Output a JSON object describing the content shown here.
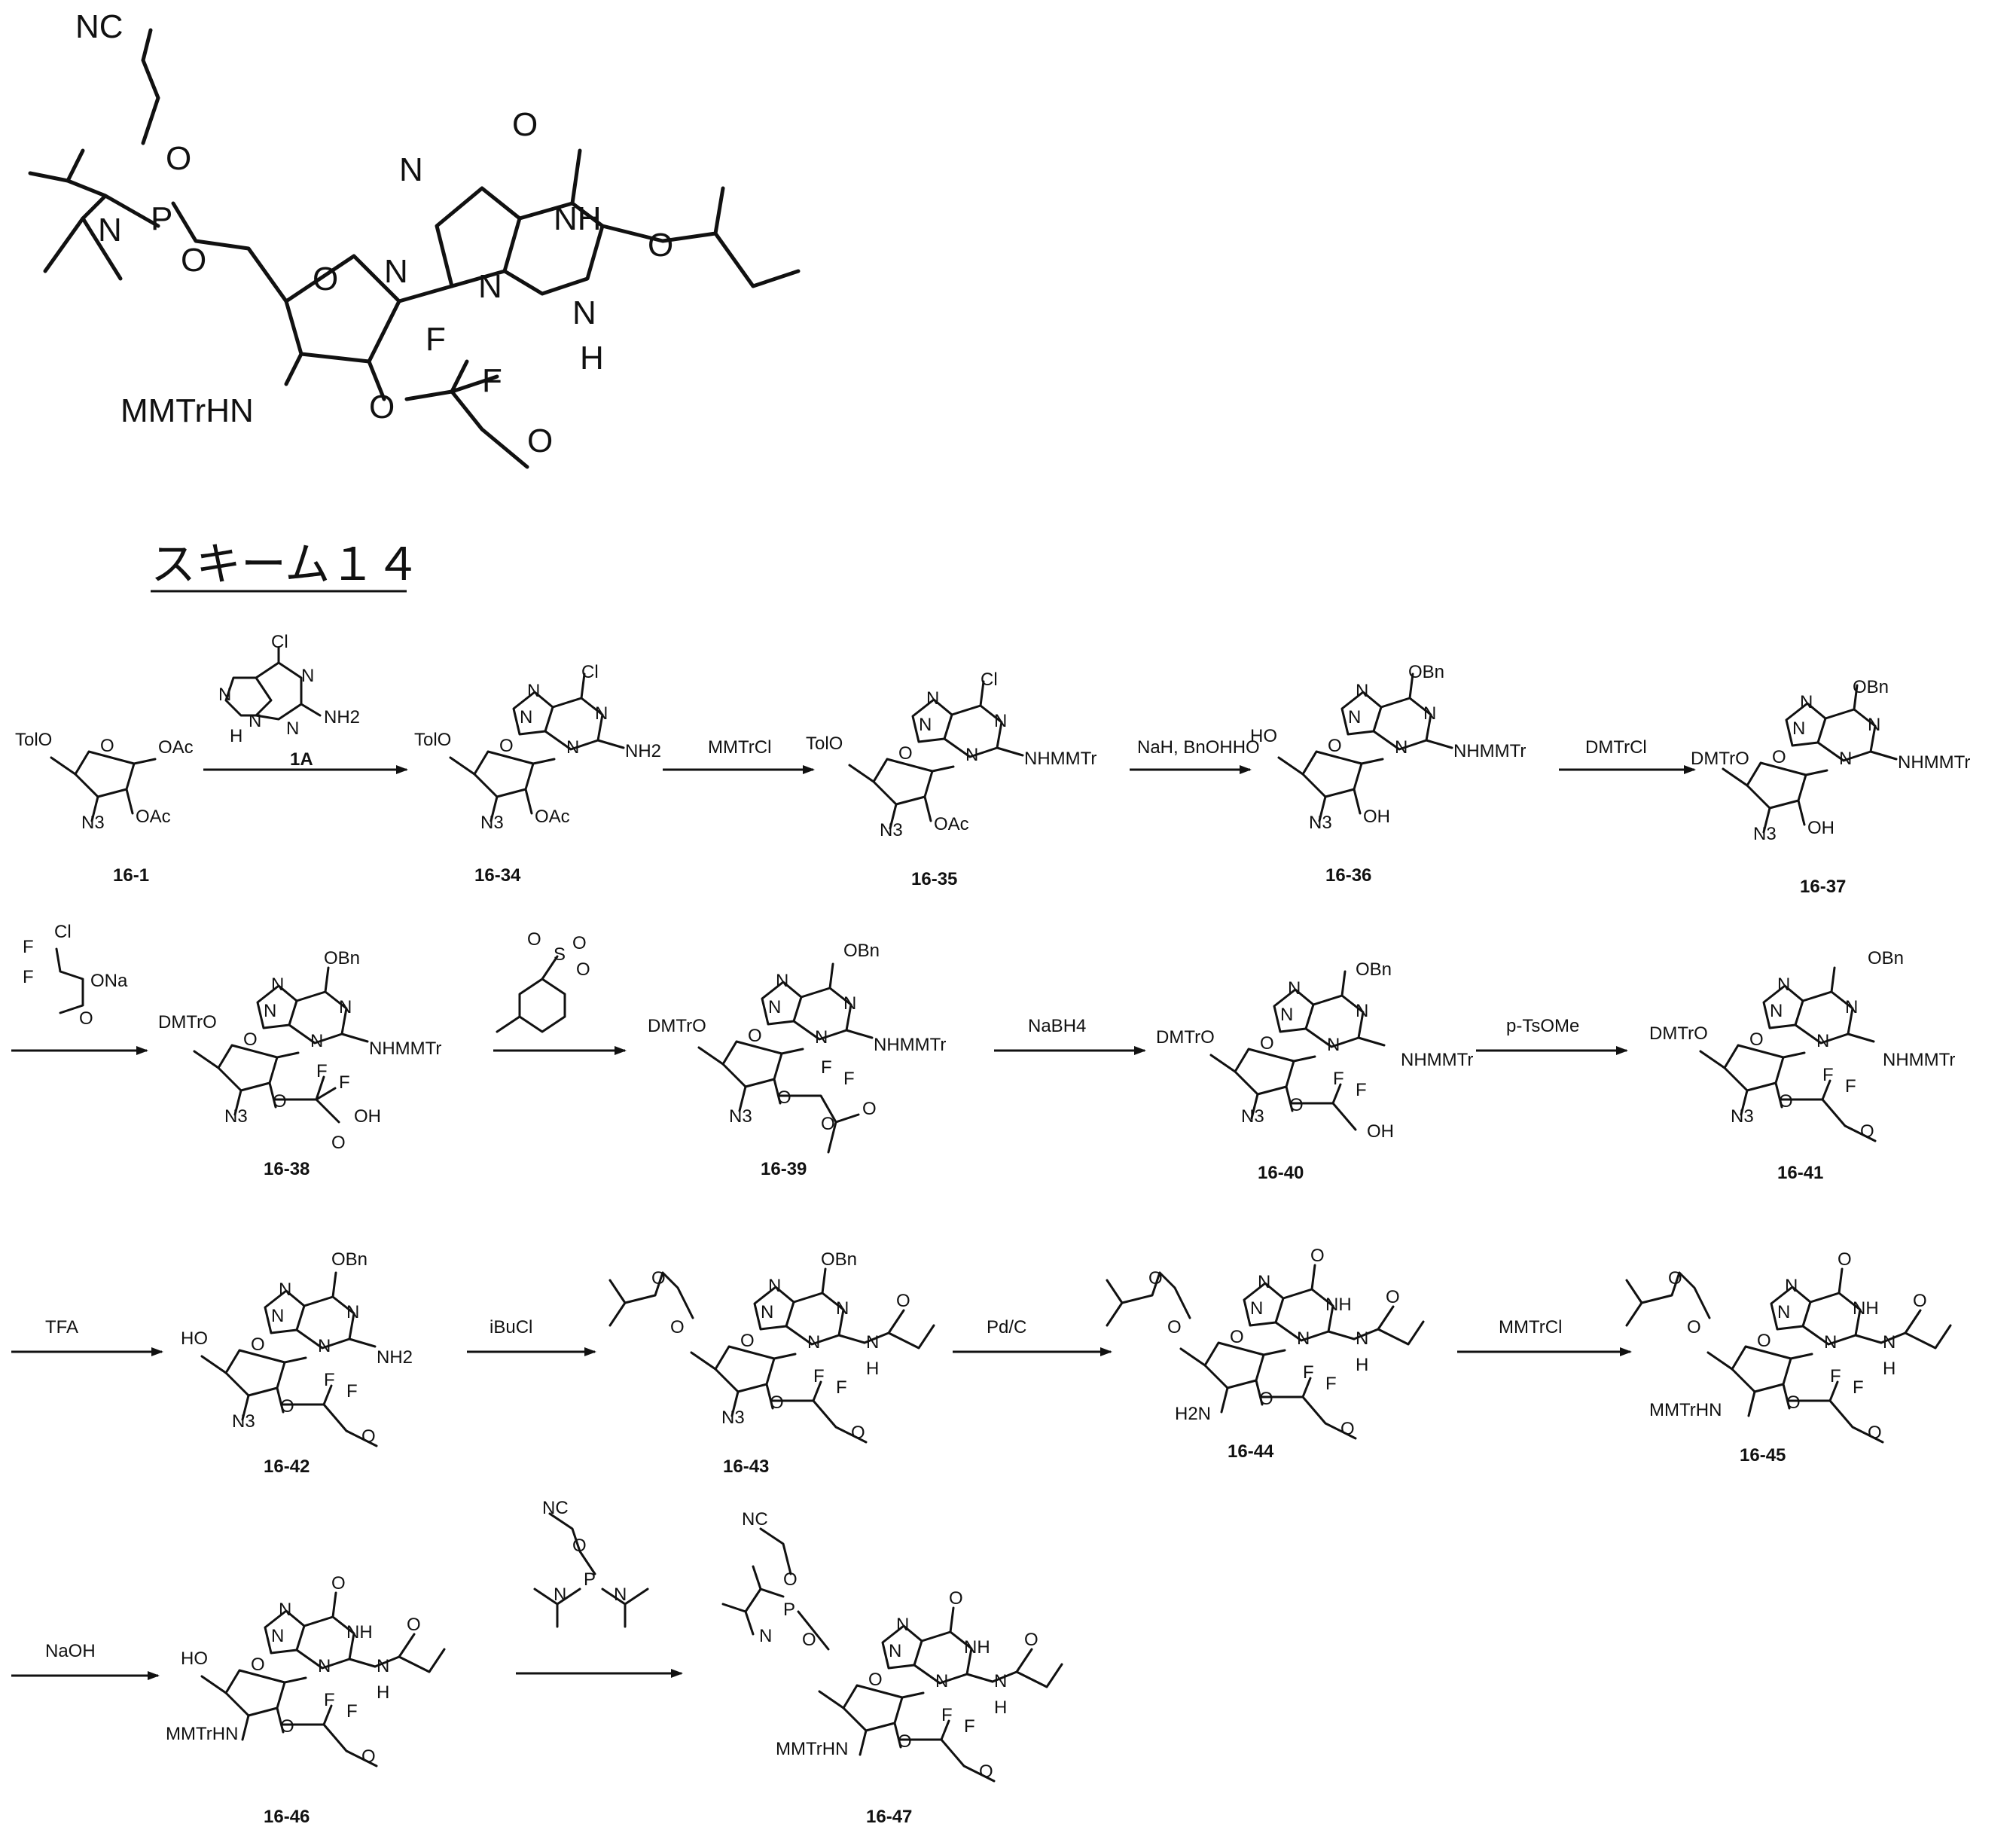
{
  "scheme_title": "スキーム１４",
  "top_structure": {
    "atoms": [
      "NC",
      "O",
      "P",
      "N",
      "O",
      "O",
      "N",
      "N",
      "O",
      "NH",
      "N",
      "N",
      "H",
      "O",
      "MMTrHN",
      "O",
      "F",
      "F",
      "O"
    ]
  },
  "compounds": [
    {
      "id": "16-1",
      "labels": [
        "TolO",
        "O",
        "OAc",
        "N3",
        "OAc"
      ]
    },
    {
      "id": "16-34",
      "labels": [
        "TolO",
        "O",
        "N",
        "N",
        "Cl",
        "N",
        "N",
        "NH2",
        "N3",
        "OAc"
      ]
    },
    {
      "id": "16-35",
      "labels": [
        "TolO",
        "O",
        "N",
        "N",
        "Cl",
        "N",
        "N",
        "NHMMTr",
        "N3",
        "OAc"
      ]
    },
    {
      "id": "16-36",
      "labels": [
        "HO",
        "O",
        "N",
        "N",
        "OBn",
        "N",
        "N",
        "NHMMTr",
        "N3",
        "OH"
      ]
    },
    {
      "id": "16-37",
      "labels": [
        "DMTrO",
        "O",
        "N",
        "N",
        "OBn",
        "N",
        "N",
        "NHMMTr",
        "N3",
        "OH"
      ]
    },
    {
      "id": "16-38",
      "labels": [
        "DMTrO",
        "O",
        "N",
        "N",
        "OBn",
        "N",
        "N",
        "NHMMTr",
        "N3",
        "O",
        "F",
        "F",
        "O",
        "OH"
      ]
    },
    {
      "id": "16-39",
      "labels": [
        "DMTrO",
        "O",
        "N",
        "N",
        "OBn",
        "N",
        "N",
        "NHMMTr",
        "N3",
        "O",
        "F",
        "F",
        "O",
        "O"
      ]
    },
    {
      "id": "16-40",
      "labels": [
        "DMTrO",
        "O",
        "N",
        "N",
        "OBn",
        "N",
        "N",
        "NHMMTr",
        "N3",
        "O",
        "F",
        "F",
        "OH"
      ]
    },
    {
      "id": "16-41",
      "labels": [
        "DMTrO",
        "O",
        "N",
        "N",
        "OBn",
        "N",
        "N",
        "NHMMTr",
        "N3",
        "O",
        "F",
        "F",
        "O"
      ]
    },
    {
      "id": "16-42",
      "labels": [
        "HO",
        "O",
        "N",
        "N",
        "OBn",
        "N",
        "N",
        "NH2",
        "N3",
        "O",
        "F",
        "F",
        "O"
      ]
    },
    {
      "id": "16-43",
      "labels": [
        "O",
        "O",
        "O",
        "N",
        "N",
        "OBn",
        "N",
        "N",
        "N",
        "H",
        "O",
        "N3",
        "O",
        "F",
        "F",
        "O"
      ]
    },
    {
      "id": "16-44",
      "labels": [
        "O",
        "O",
        "O",
        "N",
        "N",
        "O",
        "NH",
        "N",
        "N",
        "H",
        "O",
        "H2N",
        "O",
        "F",
        "F",
        "O"
      ]
    },
    {
      "id": "16-45",
      "labels": [
        "O",
        "O",
        "O",
        "N",
        "N",
        "O",
        "NH",
        "N",
        "N",
        "H",
        "O",
        "MMTrHN",
        "O",
        "F",
        "F",
        "O"
      ]
    },
    {
      "id": "16-46",
      "labels": [
        "HO",
        "O",
        "N",
        "N",
        "O",
        "NH",
        "N",
        "N",
        "H",
        "O",
        "MMTrHN",
        "O",
        "F",
        "F",
        "O"
      ]
    },
    {
      "id": "16-47",
      "labels": [
        "NC",
        "O",
        "P",
        "N",
        "O",
        "O",
        "N",
        "N",
        "O",
        "NH",
        "N",
        "N",
        "H",
        "O",
        "MMTrHN",
        "O",
        "F",
        "F",
        "O"
      ]
    }
  ],
  "reagents": {
    "r1_label": "1A",
    "r1_atoms": [
      "Cl",
      "N",
      "N",
      "N",
      "H",
      "N",
      "NH2"
    ],
    "r2": "MMTrCl",
    "r3": "NaH, BnOHHO",
    "r4": "DMTrCl",
    "r5_atoms": [
      "F",
      "Cl",
      "F",
      "ONa",
      "O"
    ],
    "r6_atoms": [
      "O",
      "S",
      "O",
      "O"
    ],
    "r7": "NaBH4",
    "r8": "p-TsOMe",
    "r9": "TFA",
    "r10": "iBuCl",
    "r11": "Pd/C",
    "r12": "MMTrCl",
    "r13": "NaOH",
    "r14_atoms": [
      "NC",
      "O",
      "P",
      "N",
      "N"
    ]
  }
}
